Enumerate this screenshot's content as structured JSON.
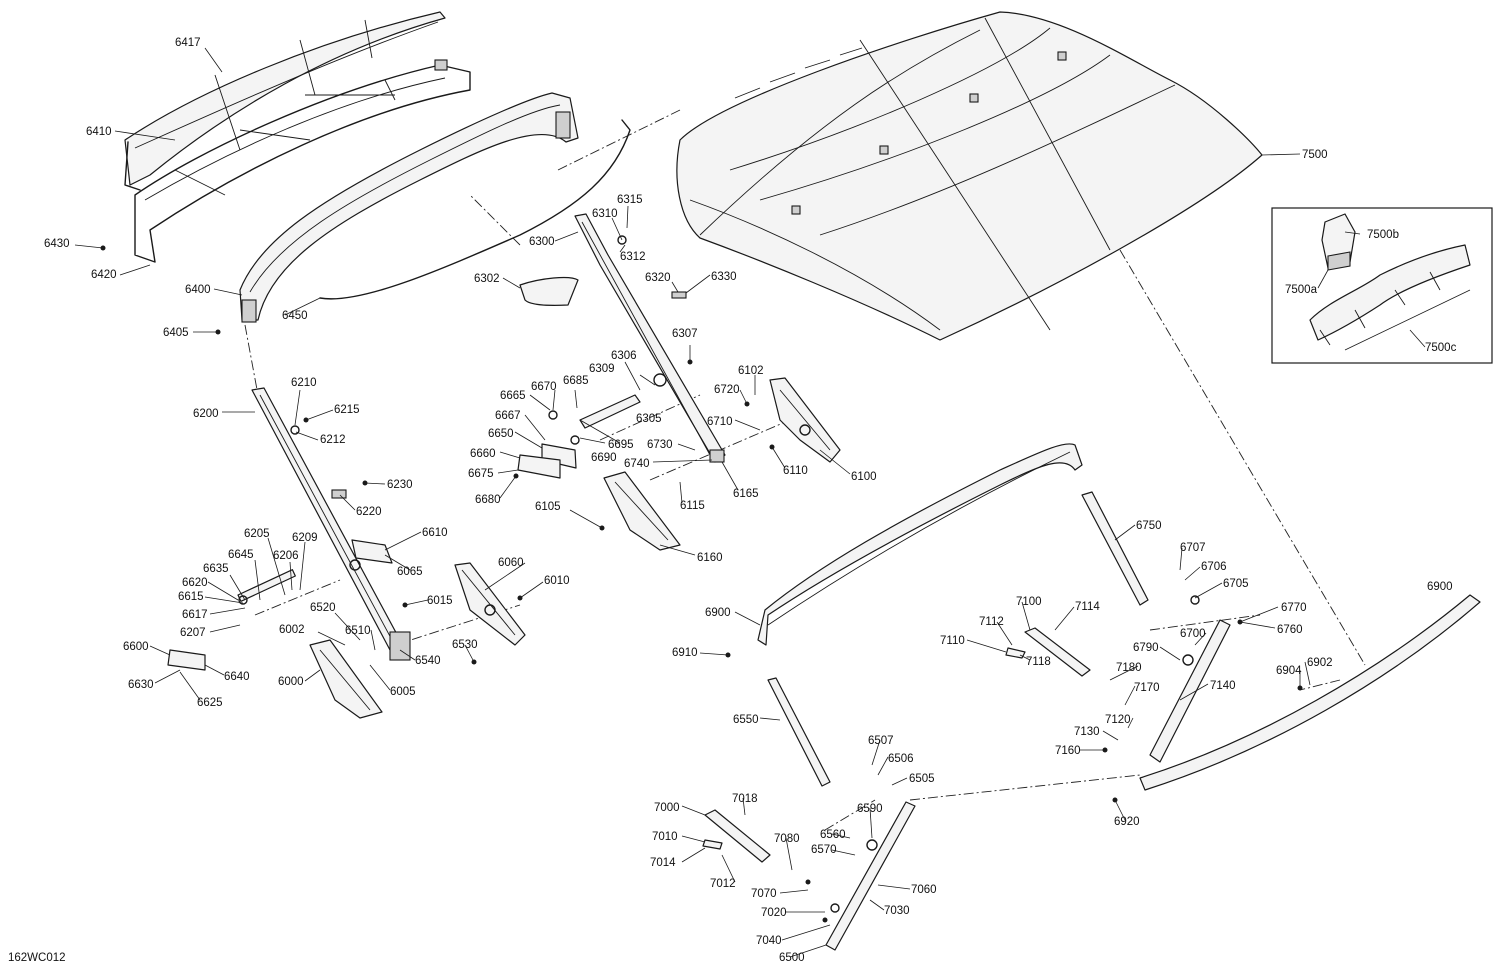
{
  "diagram_id": "162WC012",
  "callouts": {
    "c6417": "6417",
    "c6410": "6410",
    "c6430": "6430",
    "c6420": "6420",
    "c6400": "6400",
    "c6405": "6405",
    "c6450": "6450",
    "c7500": "7500",
    "c7500a": "7500a",
    "c7500b": "7500b",
    "c7500c": "7500c",
    "c6300": "6300",
    "c6310": "6310",
    "c6315": "6315",
    "c6312": "6312",
    "c6302": "6302",
    "c6320": "6320",
    "c6330": "6330",
    "c6307": "6307",
    "c6306": "6306",
    "c6309": "6309",
    "c6665": "6665",
    "c6670": "6670",
    "c6685": "6685",
    "c6667": "6667",
    "c6650": "6650",
    "c6660": "6660",
    "c6675": "6675",
    "c6680": "6680",
    "c6690": "6690",
    "c6695": "6695",
    "c6305": "6305",
    "c6730": "6730",
    "c6740": "6740",
    "c6710": "6710",
    "c6720": "6720",
    "c6102": "6102",
    "c6110": "6110",
    "c6100": "6100",
    "c6165": "6165",
    "c6115": "6115",
    "c6105": "6105",
    "c6160": "6160",
    "c6200": "6200",
    "c6210": "6210",
    "c6215": "6215",
    "c6212": "6212",
    "c6230": "6230",
    "c6220": "6220",
    "c6205": "6205",
    "c6209": "6209",
    "c6206": "6206",
    "c6645": "6645",
    "c6635": "6635",
    "c6620": "6620",
    "c6615": "6615",
    "c6617": "6617",
    "c6207": "6207",
    "c6610": "6610",
    "c6065": "6065",
    "c6060": "6060",
    "c6010": "6010",
    "c6015": "6015",
    "c6520": "6520",
    "c6002": "6002",
    "c6510": "6510",
    "c6540": "6540",
    "c6530": "6530",
    "c6600": "6600",
    "c6640": "6640",
    "c6630": "6630",
    "c6625": "6625",
    "c6000": "6000",
    "c6005": "6005",
    "c6750": "6750",
    "c6707": "6707",
    "c6706": "6706",
    "c6705": "6705",
    "c6900a": "6900",
    "c6900b": "6900",
    "c6910": "6910",
    "c7100": "7100",
    "c7114": "7114",
    "c7112": "7112",
    "c7110": "7110",
    "c7118": "7118",
    "c6790": "6790",
    "c6700": "6700",
    "c6770": "6770",
    "c6760": "6760",
    "c6904": "6904",
    "c6902": "6902",
    "c7180": "7180",
    "c7170": "7170",
    "c7140": "7140",
    "c7120": "7120",
    "c7130": "7130",
    "c7160": "7160",
    "c6550": "6550",
    "c6507": "6507",
    "c6506": "6506",
    "c6505": "6505",
    "c6920": "6920",
    "c7000": "7000",
    "c7018": "7018",
    "c7010": "7010",
    "c7014": "7014",
    "c7012": "7012",
    "c7080": "7080",
    "c6560": "6560",
    "c6570": "6570",
    "c6590": "6590",
    "c7070": "7070",
    "c7020": "7020",
    "c7060": "7060",
    "c7030": "7030",
    "c7040": "7040",
    "c6500": "6500"
  }
}
